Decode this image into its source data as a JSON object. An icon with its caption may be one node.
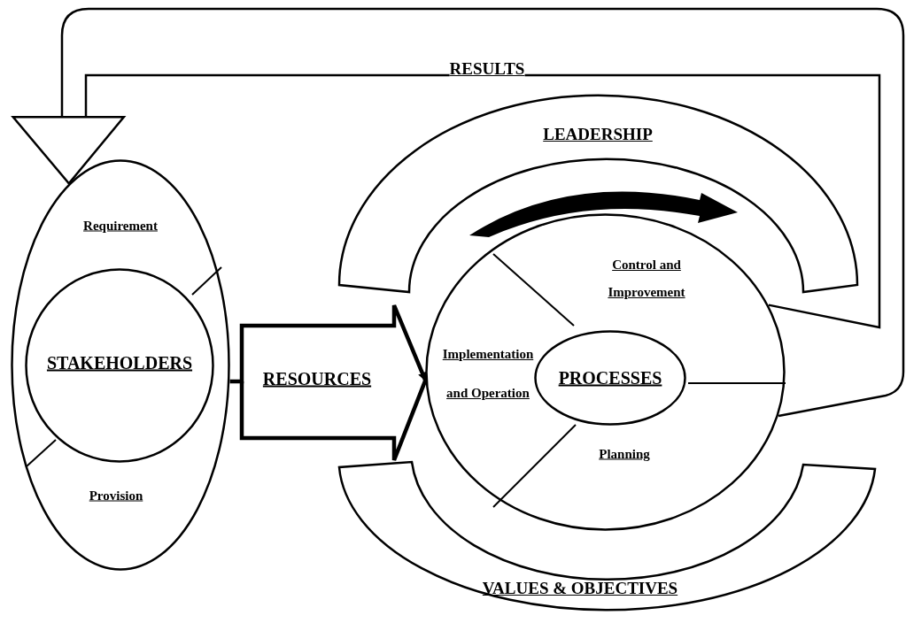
{
  "diagram": {
    "nodes": [
      {
        "text": [
          "Requirement",
          "Provision"
        ]
      },
      {
        "text": [
          "STAKEHOLDERS"
        ],
        "in": 0
      },
      {
        "text": [
          "LEADERSHIP"
        ]
      },
      {
        "text": [
          "Control and Improvement",
          "Implementation and Operation",
          "Planning"
        ]
      },
      {
        "text": [
          "PROCESSES"
        ],
        "in": 3
      },
      {
        "text": [
          "VALUES & OBJECTIVES"
        ]
      }
    ],
    "edges": [
      {
        "from": 3,
        "to": 0,
        "arrow": "to",
        "label": "RESULTS"
      },
      {
        "from": 0,
        "to": 3,
        "arrow": "to",
        "label": "RESOURCES",
        "style": "thick"
      }
    ]
  }
}
